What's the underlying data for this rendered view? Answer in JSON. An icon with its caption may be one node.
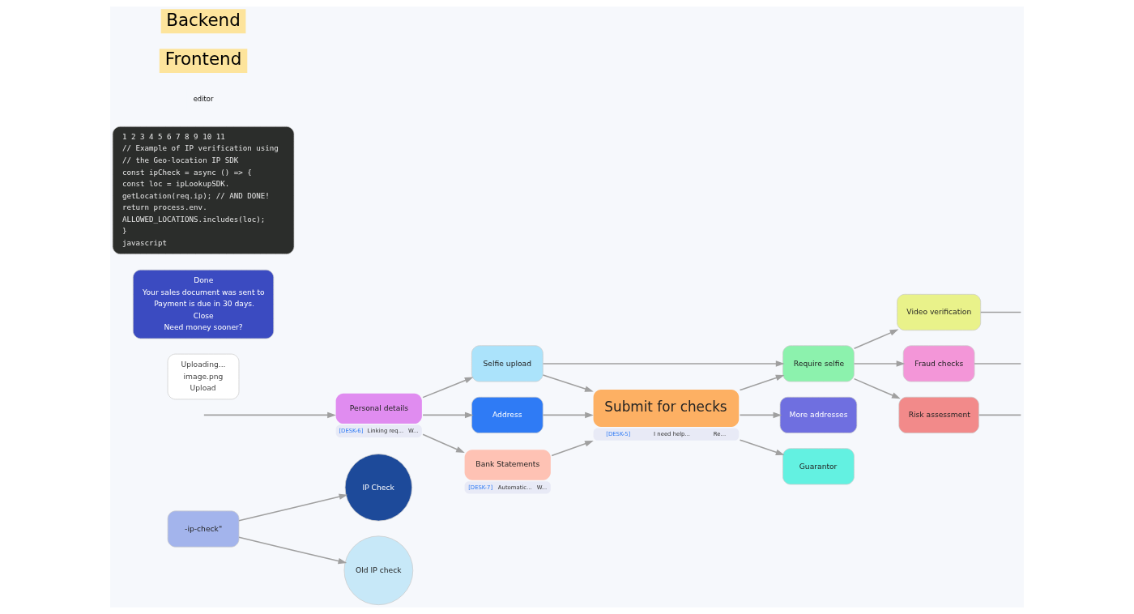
{
  "diagram": {
    "nodes": [
      {
        "text": [
          "-ip-check\""
        ]
      },
      {
        "text": [
          "Personal details"
        ],
        "beside": [
          "[DESK-6]",
          "Linking req...",
          "W..."
        ]
      },
      {
        "text": [
          "Selfie upload"
        ]
      },
      {
        "text": [
          "Address"
        ]
      },
      {
        "text": [
          "Bank Statements"
        ],
        "beside": [
          "[DESK-7]",
          "Automatic...",
          "W..."
        ]
      },
      {
        "text": [
          "Submit for checks"
        ],
        "beside": [
          "[DESK-5]",
          "I need help...",
          "Re..."
        ]
      },
      {
        "text": [
          "Require selfie"
        ]
      },
      {
        "text": [
          "More addresses"
        ]
      },
      {
        "text": [
          "Guarantor"
        ]
      },
      {
        "text": [
          "Video verification"
        ]
      },
      {
        "text": [
          "Fraud checks"
        ]
      },
      {
        "text": [
          "Risk assessment"
        ]
      },
      {
        "text": [
          "IP Check"
        ]
      },
      {
        "text": [
          "Old IP check"
        ]
      },
      {
        "text": [
          "Uploading...",
          "image.png",
          "Upload"
        ]
      },
      {
        "text": [
          "Done",
          "Your sales document was sent to",
          "Payment is due in 30 days.",
          "Close",
          "Need money sooner?"
        ]
      },
      {
        "text": [
          "1 2 3 4 5 6 7 8 9 10 11",
          "// Example of IP verification using",
          "// the Geo-location IP SDK",
          "const ipCheck = async () => {",
          "const loc = ipLookupSDK.",
          "getLocation(req.ip); // AND DONE!",
          "return process.env.",
          "ALLOWED_LOCATIONS.includes(loc);",
          "}",
          "javascript"
        ]
      }
    ],
    "edges": [
      {
        "from": null,
        "to": 1,
        "arrow": "to"
      },
      {
        "from": 1,
        "to": 2,
        "arrow": "to"
      },
      {
        "from": 1,
        "to": 3,
        "arrow": "to"
      },
      {
        "from": 1,
        "to": 4,
        "arrow": "to"
      },
      {
        "from": 2,
        "to": 5,
        "arrow": "to"
      },
      {
        "from": 3,
        "to": 5,
        "arrow": "to"
      },
      {
        "from": 4,
        "to": 5,
        "arrow": "to"
      },
      {
        "from": 2,
        "to": 6,
        "arrow": "to"
      },
      {
        "from": 5,
        "to": 6,
        "arrow": "to"
      },
      {
        "from": 5,
        "to": 7,
        "arrow": "to"
      },
      {
        "from": 5,
        "to": 8,
        "arrow": "to"
      },
      {
        "from": 6,
        "to": 9,
        "arrow": "to"
      },
      {
        "from": 6,
        "to": 10,
        "arrow": "to"
      },
      {
        "from": 6,
        "to": 11,
        "arrow": "to"
      },
      {
        "from": 9,
        "to": null,
        "arrow": "none"
      },
      {
        "from": 10,
        "to": null,
        "arrow": "none"
      },
      {
        "from": 11,
        "to": null,
        "arrow": "none"
      },
      {
        "from": 0,
        "to": 12,
        "arrow": "to"
      },
      {
        "from": 0,
        "to": 13,
        "arrow": "to"
      }
    ],
    "labels": [
      "editor",
      "Frontend",
      "Backend"
    ]
  }
}
